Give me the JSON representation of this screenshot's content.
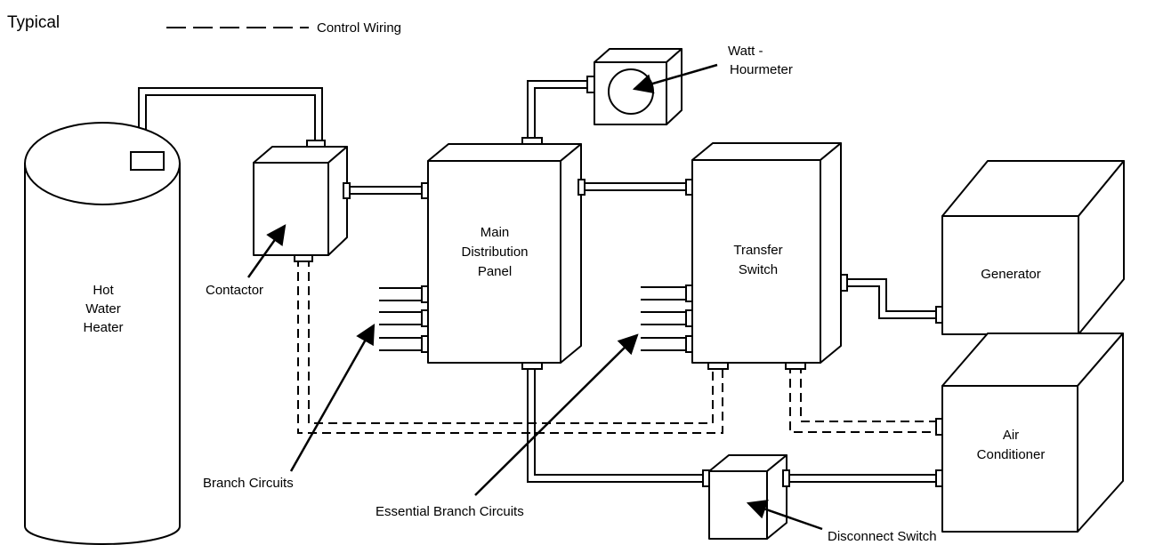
{
  "header": {
    "title": "Typical",
    "legend_label": "Control Wiring"
  },
  "components": {
    "water_heater": [
      "Hot",
      "Water",
      "Heater"
    ],
    "contactor": "Contactor",
    "main_panel": [
      "Main",
      "Distribution",
      "Panel"
    ],
    "watt_hourmeter": [
      "Watt -",
      "Hourmeter"
    ],
    "transfer_switch": [
      "Transfer",
      "Switch"
    ],
    "generator": "Generator",
    "air_conditioner": [
      "Air",
      "Conditioner"
    ],
    "disconnect_switch": "Disconnect Switch"
  },
  "callouts": {
    "branch_circuits": "Branch Circuits",
    "essential_branch_circuits": "Essential Branch Circuits"
  }
}
